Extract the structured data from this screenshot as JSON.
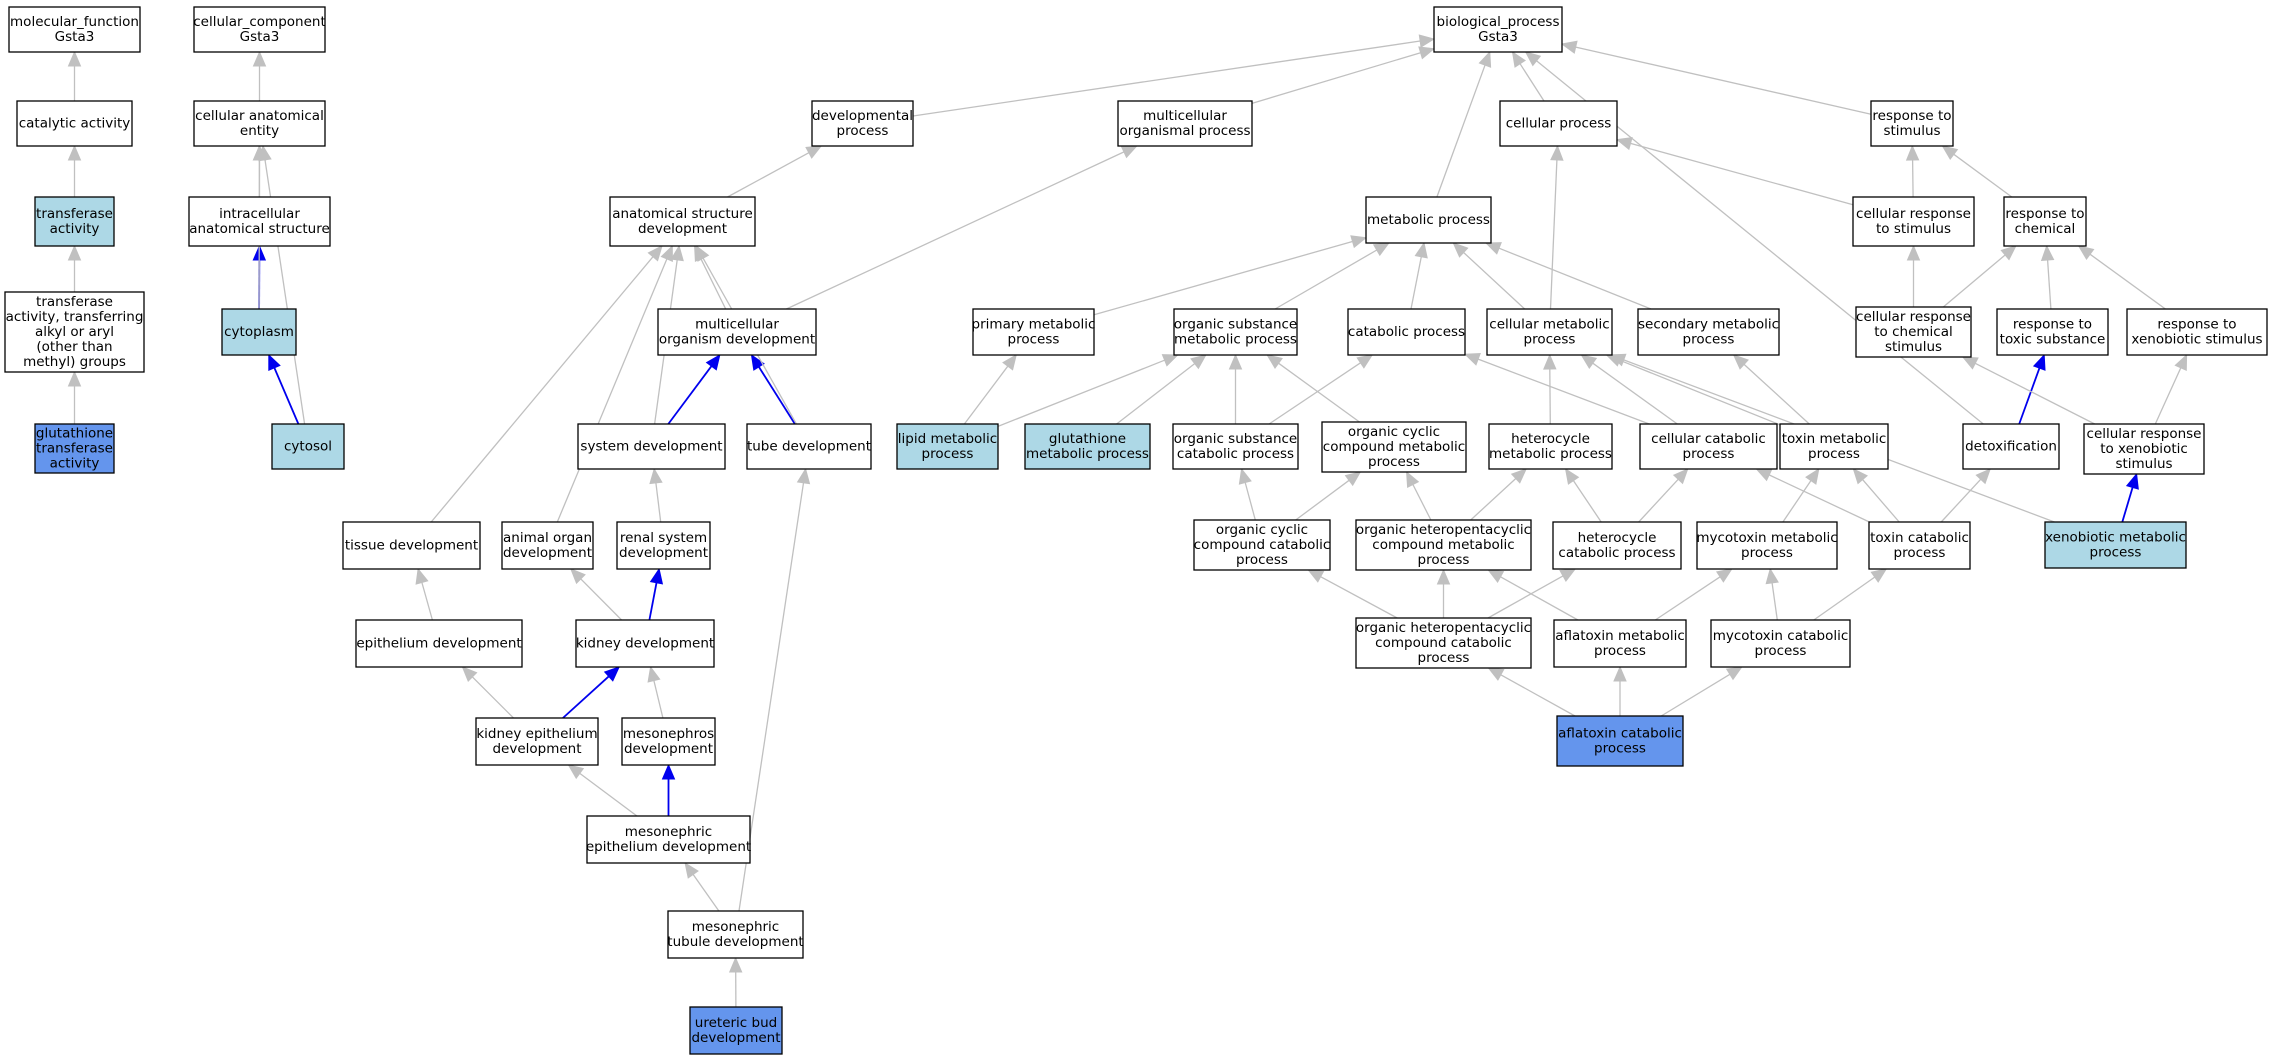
{
  "colors": {
    "plain": "#ffffff",
    "light": "#add8e6",
    "strong": "#6495ed",
    "edge_grey": "#c0c0c0",
    "edge_blue": "#0000ee"
  },
  "nodes": [
    {
      "id": "mf",
      "lines": [
        "molecular_function",
        "Gsta3"
      ],
      "fill": "plain"
    },
    {
      "id": "catact",
      "lines": [
        "catalytic activity"
      ],
      "fill": "plain"
    },
    {
      "id": "transact",
      "lines": [
        "transferase",
        "activity"
      ],
      "fill": "light"
    },
    {
      "id": "transalkyl",
      "lines": [
        "transferase",
        "activity, transferring",
        "alkyl or aryl",
        "(other than",
        "methyl) groups"
      ],
      "fill": "plain"
    },
    {
      "id": "gst",
      "lines": [
        "glutathione",
        "transferase",
        "activity"
      ],
      "fill": "strong"
    },
    {
      "id": "cc",
      "lines": [
        "cellular_component",
        "Gsta3"
      ],
      "fill": "plain"
    },
    {
      "id": "cae",
      "lines": [
        "cellular anatomical",
        "entity"
      ],
      "fill": "plain"
    },
    {
      "id": "ias",
      "lines": [
        "intracellular",
        "anatomical structure"
      ],
      "fill": "plain"
    },
    {
      "id": "cytoplasm",
      "lines": [
        "cytoplasm"
      ],
      "fill": "light"
    },
    {
      "id": "cytosol",
      "lines": [
        "cytosol"
      ],
      "fill": "light"
    },
    {
      "id": "bp",
      "lines": [
        "biological_process",
        "Gsta3"
      ],
      "fill": "plain"
    },
    {
      "id": "devproc",
      "lines": [
        "developmental",
        "process"
      ],
      "fill": "plain"
    },
    {
      "id": "mop",
      "lines": [
        "multicellular",
        "organismal process"
      ],
      "fill": "plain"
    },
    {
      "id": "cellproc",
      "lines": [
        "cellular process"
      ],
      "fill": "plain"
    },
    {
      "id": "resstim",
      "lines": [
        "response to",
        "stimulus"
      ],
      "fill": "plain"
    },
    {
      "id": "asd",
      "lines": [
        "anatomical structure",
        "development"
      ],
      "fill": "plain"
    },
    {
      "id": "metproc",
      "lines": [
        "metabolic process"
      ],
      "fill": "plain"
    },
    {
      "id": "crstim",
      "lines": [
        "cellular response",
        "to stimulus"
      ],
      "fill": "plain"
    },
    {
      "id": "reschem",
      "lines": [
        "response to",
        "chemical"
      ],
      "fill": "plain"
    },
    {
      "id": "mod",
      "lines": [
        "multicellular",
        "organism development"
      ],
      "fill": "plain"
    },
    {
      "id": "primmet",
      "lines": [
        "primary metabolic",
        "process"
      ],
      "fill": "plain"
    },
    {
      "id": "osmp",
      "lines": [
        "organic substance",
        "metabolic process"
      ],
      "fill": "plain"
    },
    {
      "id": "catproc",
      "lines": [
        "catabolic process"
      ],
      "fill": "plain"
    },
    {
      "id": "cellmet",
      "lines": [
        "cellular metabolic",
        "process"
      ],
      "fill": "plain"
    },
    {
      "id": "secmet",
      "lines": [
        "secondary metabolic",
        "process"
      ],
      "fill": "plain"
    },
    {
      "id": "crchem",
      "lines": [
        "cellular response",
        "to chemical",
        "stimulus"
      ],
      "fill": "plain"
    },
    {
      "id": "restox",
      "lines": [
        "response to",
        "toxic substance"
      ],
      "fill": "plain"
    },
    {
      "id": "resxeno",
      "lines": [
        "response to",
        "xenobiotic stimulus"
      ],
      "fill": "plain"
    },
    {
      "id": "sysdev",
      "lines": [
        "system development"
      ],
      "fill": "plain"
    },
    {
      "id": "tubedev",
      "lines": [
        "tube development"
      ],
      "fill": "plain"
    },
    {
      "id": "lipid",
      "lines": [
        "lipid metabolic",
        "process"
      ],
      "fill": "light"
    },
    {
      "id": "gsh",
      "lines": [
        "glutathione",
        "metabolic process"
      ],
      "fill": "light"
    },
    {
      "id": "oscp",
      "lines": [
        "organic substance",
        "catabolic process"
      ],
      "fill": "plain"
    },
    {
      "id": "occmp",
      "lines": [
        "organic cyclic",
        "compound metabolic",
        "process"
      ],
      "fill": "plain"
    },
    {
      "id": "hetmet",
      "lines": [
        "heterocycle",
        "metabolic process"
      ],
      "fill": "plain"
    },
    {
      "id": "cellcat",
      "lines": [
        "cellular catabolic",
        "process"
      ],
      "fill": "plain"
    },
    {
      "id": "toxmet",
      "lines": [
        "toxin metabolic",
        "process"
      ],
      "fill": "plain"
    },
    {
      "id": "detox",
      "lines": [
        "detoxification"
      ],
      "fill": "plain"
    },
    {
      "id": "crxeno",
      "lines": [
        "cellular response",
        "to xenobiotic",
        "stimulus"
      ],
      "fill": "plain"
    },
    {
      "id": "tissuedev",
      "lines": [
        "tissue development"
      ],
      "fill": "plain"
    },
    {
      "id": "organdev",
      "lines": [
        "animal organ",
        "development"
      ],
      "fill": "plain"
    },
    {
      "id": "renal",
      "lines": [
        "renal system",
        "development"
      ],
      "fill": "plain"
    },
    {
      "id": "occcp",
      "lines": [
        "organic cyclic",
        "compound catabolic",
        "process"
      ],
      "fill": "plain"
    },
    {
      "id": "ohpmp",
      "lines": [
        "organic heteropentacyclic",
        "compound metabolic",
        "process"
      ],
      "fill": "plain"
    },
    {
      "id": "hetcat",
      "lines": [
        "heterocycle",
        "catabolic process"
      ],
      "fill": "plain"
    },
    {
      "id": "mycomet",
      "lines": [
        "mycotoxin metabolic",
        "process"
      ],
      "fill": "plain"
    },
    {
      "id": "toxcat",
      "lines": [
        "toxin catabolic",
        "process"
      ],
      "fill": "plain"
    },
    {
      "id": "xenomet",
      "lines": [
        "xenobiotic metabolic",
        "process"
      ],
      "fill": "light"
    },
    {
      "id": "epidev",
      "lines": [
        "epithelium development"
      ],
      "fill": "plain"
    },
    {
      "id": "kidney",
      "lines": [
        "kidney development"
      ],
      "fill": "plain"
    },
    {
      "id": "ohpcp",
      "lines": [
        "organic heteropentacyclic",
        "compound catabolic",
        "process"
      ],
      "fill": "plain"
    },
    {
      "id": "aflamet",
      "lines": [
        "aflatoxin metabolic",
        "process"
      ],
      "fill": "plain"
    },
    {
      "id": "mycocat",
      "lines": [
        "mycotoxin catabolic",
        "process"
      ],
      "fill": "plain"
    },
    {
      "id": "kidepi",
      "lines": [
        "kidney epithelium",
        "development"
      ],
      "fill": "plain"
    },
    {
      "id": "mesodev",
      "lines": [
        "mesonephros",
        "development"
      ],
      "fill": "plain"
    },
    {
      "id": "aflacat",
      "lines": [
        "aflatoxin catabolic",
        "process"
      ],
      "fill": "strong"
    },
    {
      "id": "mesoepi",
      "lines": [
        "mesonephric",
        "epithelium development"
      ],
      "fill": "plain"
    },
    {
      "id": "mesotub",
      "lines": [
        "mesonephric",
        "tubule development"
      ],
      "fill": "plain"
    },
    {
      "id": "ureteric",
      "lines": [
        "ureteric bud",
        "development"
      ],
      "fill": "strong"
    }
  ],
  "edges": [
    {
      "from": "catact",
      "to": "mf",
      "kind": "grey"
    },
    {
      "from": "transact",
      "to": "catact",
      "kind": "grey"
    },
    {
      "from": "transalkyl",
      "to": "transact",
      "kind": "grey"
    },
    {
      "from": "gst",
      "to": "transalkyl",
      "kind": "grey"
    },
    {
      "from": "cae",
      "to": "cc",
      "kind": "grey"
    },
    {
      "from": "ias",
      "to": "cae",
      "kind": "grey"
    },
    {
      "from": "cytoplasm",
      "to": "ias",
      "kind": "blue"
    },
    {
      "from": "cytoplasm",
      "to": "cae",
      "kind": "grey"
    },
    {
      "from": "cytosol",
      "to": "cytoplasm",
      "kind": "blue"
    },
    {
      "from": "cytosol",
      "to": "cae",
      "kind": "grey"
    },
    {
      "from": "devproc",
      "to": "bp",
      "kind": "grey"
    },
    {
      "from": "mop",
      "to": "bp",
      "kind": "grey"
    },
    {
      "from": "cellproc",
      "to": "bp",
      "kind": "grey"
    },
    {
      "from": "resstim",
      "to": "bp",
      "kind": "grey"
    },
    {
      "from": "metproc",
      "to": "bp",
      "kind": "grey"
    },
    {
      "from": "detox",
      "to": "bp",
      "kind": "grey"
    },
    {
      "from": "asd",
      "to": "devproc",
      "kind": "grey"
    },
    {
      "from": "mod",
      "to": "asd",
      "kind": "grey"
    },
    {
      "from": "mod",
      "to": "mop",
      "kind": "grey"
    },
    {
      "from": "sysdev",
      "to": "mod",
      "kind": "blue"
    },
    {
      "from": "sysdev",
      "to": "asd",
      "kind": "grey"
    },
    {
      "from": "tubedev",
      "to": "mod",
      "kind": "blue"
    },
    {
      "from": "tubedev",
      "to": "asd",
      "kind": "grey"
    },
    {
      "from": "tissuedev",
      "to": "asd",
      "kind": "grey"
    },
    {
      "from": "organdev",
      "to": "asd",
      "kind": "grey"
    },
    {
      "from": "renal",
      "to": "sysdev",
      "kind": "grey"
    },
    {
      "from": "epidev",
      "to": "tissuedev",
      "kind": "grey"
    },
    {
      "from": "kidney",
      "to": "renal",
      "kind": "blue"
    },
    {
      "from": "kidney",
      "to": "organdev",
      "kind": "grey"
    },
    {
      "from": "kidepi",
      "to": "kidney",
      "kind": "blue"
    },
    {
      "from": "kidepi",
      "to": "epidev",
      "kind": "grey"
    },
    {
      "from": "mesodev",
      "to": "kidney",
      "kind": "grey"
    },
    {
      "from": "mesoepi",
      "to": "mesodev",
      "kind": "blue"
    },
    {
      "from": "mesoepi",
      "to": "kidepi",
      "kind": "grey"
    },
    {
      "from": "mesotub",
      "to": "mesoepi",
      "kind": "grey"
    },
    {
      "from": "mesotub",
      "to": "tubedev",
      "kind": "grey"
    },
    {
      "from": "ureteric",
      "to": "mesotub",
      "kind": "grey"
    },
    {
      "from": "crstim",
      "to": "resstim",
      "kind": "grey"
    },
    {
      "from": "crstim",
      "to": "cellproc",
      "kind": "grey"
    },
    {
      "from": "reschem",
      "to": "resstim",
      "kind": "grey"
    },
    {
      "from": "crchem",
      "to": "crstim",
      "kind": "grey"
    },
    {
      "from": "crchem",
      "to": "reschem",
      "kind": "grey"
    },
    {
      "from": "restox",
      "to": "reschem",
      "kind": "grey"
    },
    {
      "from": "resxeno",
      "to": "reschem",
      "kind": "grey"
    },
    {
      "from": "detox",
      "to": "restox",
      "kind": "blue"
    },
    {
      "from": "crxeno",
      "to": "resxeno",
      "kind": "grey"
    },
    {
      "from": "crxeno",
      "to": "crchem",
      "kind": "grey"
    },
    {
      "from": "xenomet",
      "to": "crxeno",
      "kind": "blue"
    },
    {
      "from": "xenomet",
      "to": "cellmet",
      "kind": "grey"
    },
    {
      "from": "primmet",
      "to": "metproc",
      "kind": "grey"
    },
    {
      "from": "osmp",
      "to": "metproc",
      "kind": "grey"
    },
    {
      "from": "catproc",
      "to": "metproc",
      "kind": "grey"
    },
    {
      "from": "cellmet",
      "to": "metproc",
      "kind": "grey"
    },
    {
      "from": "cellmet",
      "to": "cellproc",
      "kind": "grey"
    },
    {
      "from": "secmet",
      "to": "metproc",
      "kind": "grey"
    },
    {
      "from": "lipid",
      "to": "primmet",
      "kind": "grey"
    },
    {
      "from": "lipid",
      "to": "osmp",
      "kind": "grey"
    },
    {
      "from": "gsh",
      "to": "osmp",
      "kind": "grey"
    },
    {
      "from": "oscp",
      "to": "osmp",
      "kind": "grey"
    },
    {
      "from": "oscp",
      "to": "catproc",
      "kind": "grey"
    },
    {
      "from": "occmp",
      "to": "osmp",
      "kind": "grey"
    },
    {
      "from": "hetmet",
      "to": "cellmet",
      "kind": "grey"
    },
    {
      "from": "cellcat",
      "to": "cellmet",
      "kind": "grey"
    },
    {
      "from": "cellcat",
      "to": "catproc",
      "kind": "grey"
    },
    {
      "from": "toxmet",
      "to": "cellmet",
      "kind": "grey"
    },
    {
      "from": "toxmet",
      "to": "secmet",
      "kind": "grey"
    },
    {
      "from": "occcp",
      "to": "oscp",
      "kind": "grey"
    },
    {
      "from": "occcp",
      "to": "occmp",
      "kind": "grey"
    },
    {
      "from": "ohpmp",
      "to": "occmp",
      "kind": "grey"
    },
    {
      "from": "ohpmp",
      "to": "hetmet",
      "kind": "grey"
    },
    {
      "from": "hetcat",
      "to": "hetmet",
      "kind": "grey"
    },
    {
      "from": "hetcat",
      "to": "cellcat",
      "kind": "grey"
    },
    {
      "from": "mycomet",
      "to": "toxmet",
      "kind": "grey"
    },
    {
      "from": "toxcat",
      "to": "toxmet",
      "kind": "grey"
    },
    {
      "from": "toxcat",
      "to": "cellcat",
      "kind": "grey"
    },
    {
      "from": "toxcat",
      "to": "detox",
      "kind": "grey"
    },
    {
      "from": "ohpcp",
      "to": "occcp",
      "kind": "grey"
    },
    {
      "from": "ohpcp",
      "to": "ohpmp",
      "kind": "grey"
    },
    {
      "from": "ohpcp",
      "to": "hetcat",
      "kind": "grey"
    },
    {
      "from": "aflamet",
      "to": "ohpmp",
      "kind": "grey"
    },
    {
      "from": "aflamet",
      "to": "mycomet",
      "kind": "grey"
    },
    {
      "from": "mycocat",
      "to": "mycomet",
      "kind": "grey"
    },
    {
      "from": "mycocat",
      "to": "toxcat",
      "kind": "grey"
    },
    {
      "from": "aflacat",
      "to": "ohpcp",
      "kind": "grey"
    },
    {
      "from": "aflacat",
      "to": "aflamet",
      "kind": "grey"
    },
    {
      "from": "aflacat",
      "to": "mycocat",
      "kind": "grey"
    }
  ]
}
